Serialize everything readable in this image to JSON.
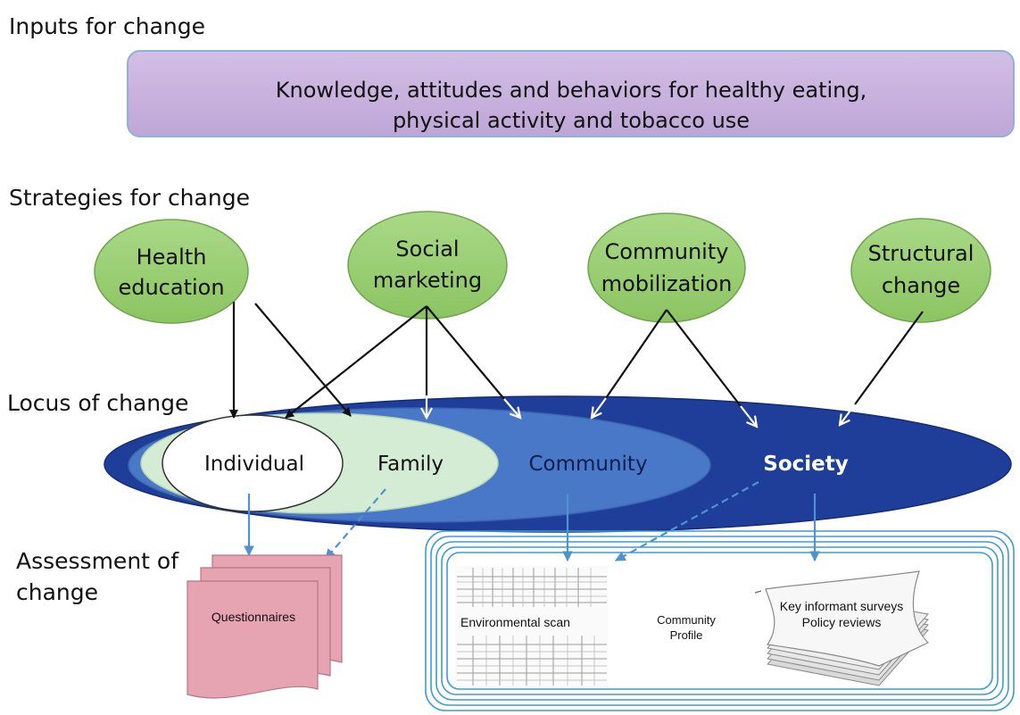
{
  "sections": {
    "inputs": "Inputs for change",
    "strategies": "Strategies for change",
    "locus": "Locus of change",
    "assessment_line1": "Assessment of",
    "assessment_line2": "change"
  },
  "inputs_box": {
    "line1": "Knowledge, attitudes and behaviors for healthy eating,",
    "line2": "physical activity and tobacco use"
  },
  "strategies": [
    {
      "line1": "Health",
      "line2": "education"
    },
    {
      "line1": "Social",
      "line2": "marketing"
    },
    {
      "line1": "Community",
      "line2": "mobilization"
    },
    {
      "line1": "Structural",
      "line2": "change"
    }
  ],
  "loci": {
    "individual": "Individual",
    "family": "Family",
    "community": "Community",
    "society": "Society"
  },
  "assessment": {
    "questionnaires": "Questionnaires",
    "environmental_scan": "Environmental scan",
    "community_profile_line1": "Community",
    "community_profile_line2": "Profile",
    "key_informant": "Key informant surveys",
    "policy_reviews": "Policy reviews"
  },
  "colors": {
    "inputs_fill": "#c9b3dd",
    "inputs_stroke": "#8fb1d6",
    "strategy_fill": "#9bcf72",
    "strategy_stroke": "#6fa44d",
    "society_fill": "#1f3e9a",
    "community_fill": "#4a78c8",
    "family_fill": "#d5ecd4",
    "individual_fill": "#ffffff",
    "assessment_arrow": "#4f92cf",
    "questionnaire_fill": "#e6a3b2",
    "profile_frame": "#3d9bd6"
  }
}
